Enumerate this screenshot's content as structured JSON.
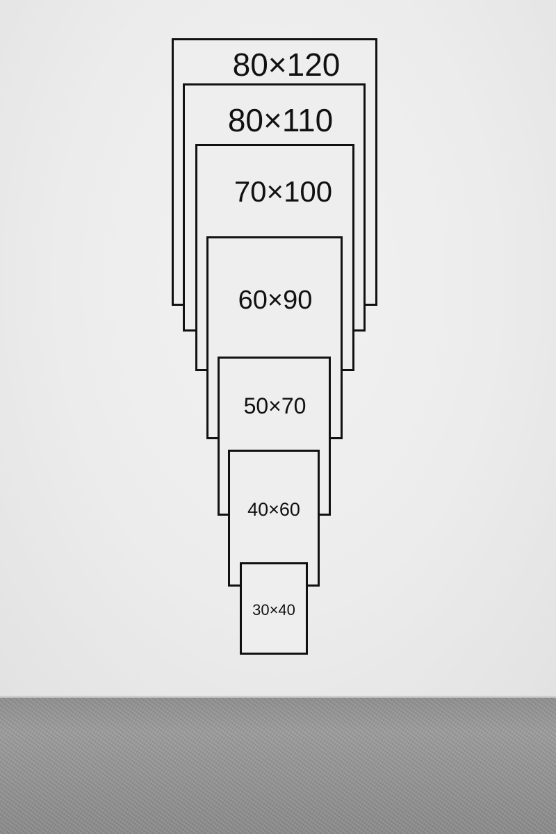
{
  "frames": [
    {
      "label": "80×120"
    },
    {
      "label": "80×110"
    },
    {
      "label": "70×100"
    },
    {
      "label": "60×90"
    },
    {
      "label": "50×70"
    },
    {
      "label": "40×60"
    },
    {
      "label": "30×40"
    }
  ],
  "colors": {
    "outline": "#111111",
    "wall": "#ececec",
    "floor": "#939393"
  }
}
